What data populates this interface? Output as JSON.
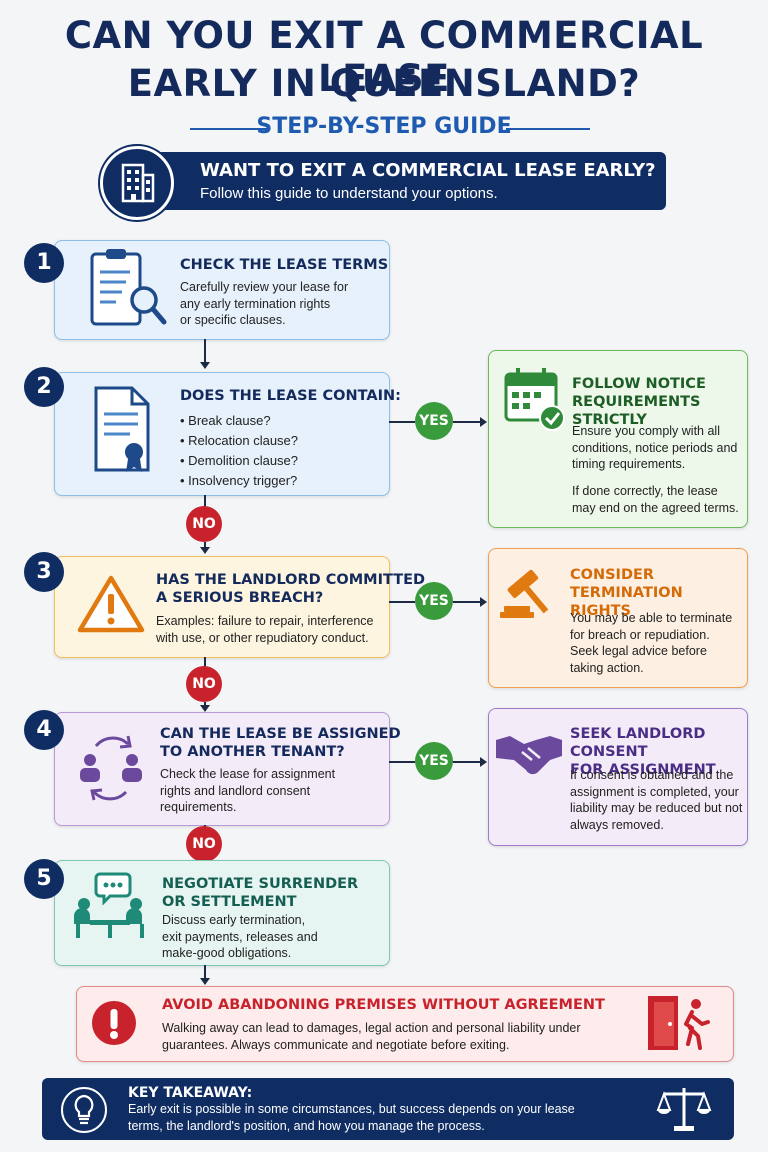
{
  "title": {
    "line1": "CAN YOU EXIT A COMMERCIAL LEASE",
    "line2": "EARLY IN QUEENSLAND?"
  },
  "subtitle": "STEP-BY-STEP GUIDE",
  "banner": {
    "heading": "WANT TO EXIT A COMMERCIAL LEASE EARLY?",
    "text": "Follow this guide to understand your options."
  },
  "colors": {
    "navy": "#0f2c63",
    "blue": "#1e5bb0",
    "green": "#3a9b3c",
    "red": "#c8232c",
    "orange": "#e07a10",
    "purple": "#5b3d8c",
    "teal": "#1f8a78"
  },
  "steps": [
    {
      "num": "1",
      "heading": "CHECK THE LEASE TERMS",
      "text": "Carefully review your lease for any early termination rights or specific clauses.",
      "lines": [
        "Carefully review your lease for",
        "any early termination rights",
        "or specific clauses."
      ]
    },
    {
      "num": "2",
      "heading": "DOES THE LEASE CONTAIN:",
      "bullets": [
        "Break clause?",
        "Relocation clause?",
        "Demolition clause?",
        "Insolvency trigger?"
      ]
    },
    {
      "num": "3",
      "heading_lines": [
        "HAS THE LANDLORD COMMITTED",
        "A SERIOUS BREACH?"
      ],
      "lines": [
        "Examples: failure to repair, interference",
        "with use, or other repudiatory conduct."
      ]
    },
    {
      "num": "4",
      "heading_lines": [
        "CAN THE LEASE BE ASSIGNED",
        "TO ANOTHER TENANT?"
      ],
      "lines": [
        "Check the lease for assignment",
        "rights and landlord consent",
        "requirements."
      ]
    },
    {
      "num": "5",
      "heading_lines": [
        "NEGOTIATE SURRENDER",
        "OR SETTLEMENT"
      ],
      "lines": [
        "Discuss early termination,",
        "exit payments, releases and",
        "make-good obligations."
      ]
    }
  ],
  "outcomes": [
    {
      "heading_lines": [
        "FOLLOW NOTICE",
        "REQUIREMENTS STRICTLY"
      ],
      "lines": [
        "Ensure you comply with all",
        "conditions, notice periods and",
        "timing requirements."
      ],
      "lines2": [
        "If done correctly, the lease",
        "may end on the agreed terms."
      ]
    },
    {
      "heading_lines": [
        "CONSIDER TERMINATION",
        "RIGHTS"
      ],
      "lines": [
        "You may be able to terminate",
        "for breach or repudiation.",
        "Seek legal advice before",
        "taking action."
      ]
    },
    {
      "heading_lines": [
        "SEEK LANDLORD CONSENT",
        "FOR ASSIGNMENT"
      ],
      "lines": [
        "If consent is obtained and the",
        "assignment is completed, your",
        "liability may be reduced but not",
        "always removed."
      ]
    }
  ],
  "labels": {
    "yes": "YES",
    "no": "NO"
  },
  "warning": {
    "heading": "AVOID ABANDONING PREMISES WITHOUT AGREEMENT",
    "lines": [
      "Walking away can lead to damages, legal action and personal liability under",
      "guarantees. Always communicate and negotiate before exiting."
    ]
  },
  "takeaway": {
    "heading": "KEY TAKEAWAY:",
    "lines": [
      "Early exit is possible in some circumstances, but success depends on your lease",
      "terms, the landlord's position, and how you manage the process."
    ]
  }
}
